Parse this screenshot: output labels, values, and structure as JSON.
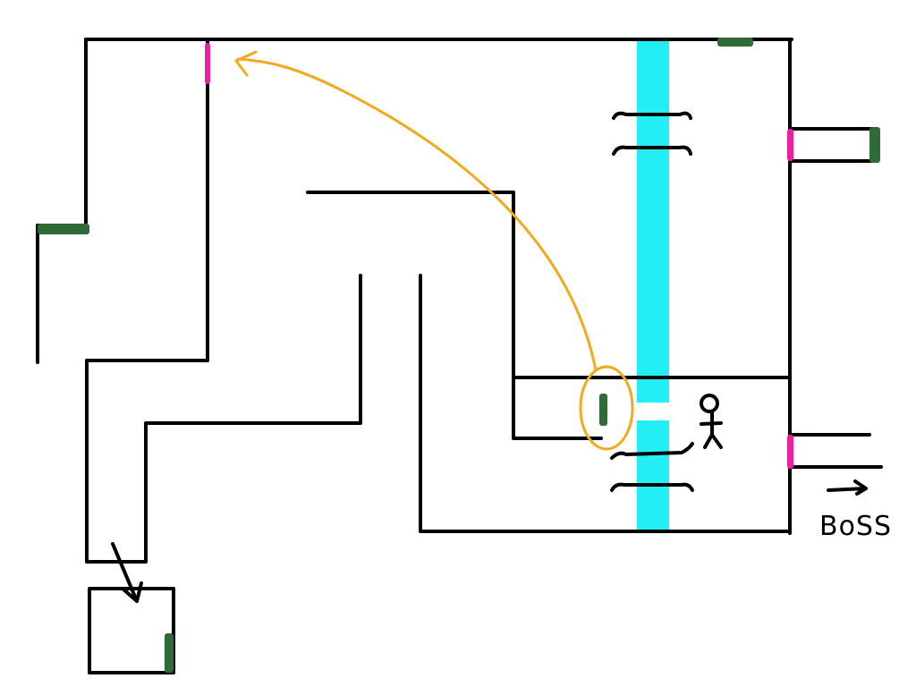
{
  "map": {
    "labels": {
      "boss": "BoSS"
    },
    "colors": {
      "wall": "#000000",
      "water": "#22EEF4",
      "save_point": "#2E6B36",
      "door": "#EE1E9E",
      "route": "#F4A81C",
      "background": "#FFFFFF"
    },
    "legend_semantics": {
      "save_point": "green-block",
      "door": "magenta-block",
      "route": "orange-arrow",
      "player": "stick-figure-icon",
      "exit": "right-arrow-icon"
    }
  }
}
